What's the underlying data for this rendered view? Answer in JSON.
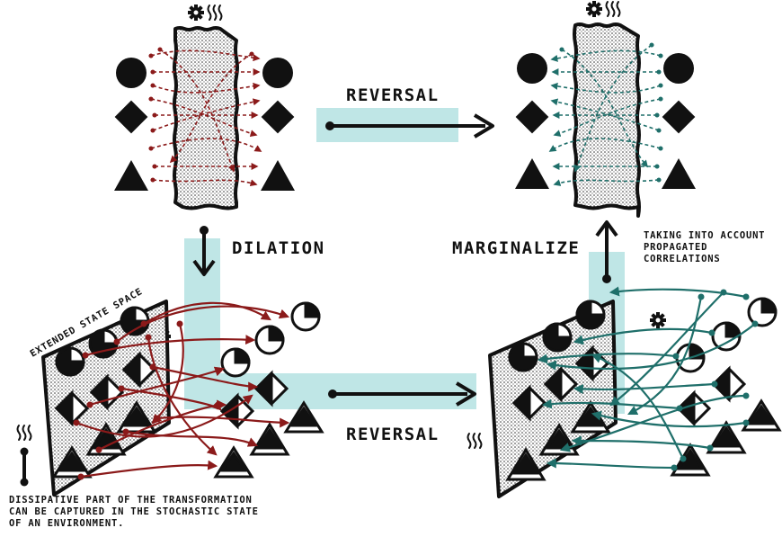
{
  "labels": {
    "reversal_top": "REVERSAL",
    "reversal_bottom": "REVERSAL",
    "dilation": "DILATION",
    "marginalize": "MARGINALIZE",
    "extended": "EXTENDED STATE SPACE",
    "propagated": [
      "TAKING INTO ACCOUNT",
      "PROPAGATED",
      "CORRELATIONS"
    ],
    "dissipative": [
      "DISSIPATIVE PART OF THE TRANSFORMATION",
      "CAN BE CAPTURED IN THE STOCHASTIC STATE",
      "OF AN ENVIRONMENT."
    ]
  },
  "colors": {
    "forward": "#8b1a1a",
    "backward": "#1f6f6a",
    "highlight": "#bfe6e6",
    "ink": "#111111"
  },
  "icons": {
    "gear": "gear-icon",
    "heat": "heat-waves-icon"
  }
}
